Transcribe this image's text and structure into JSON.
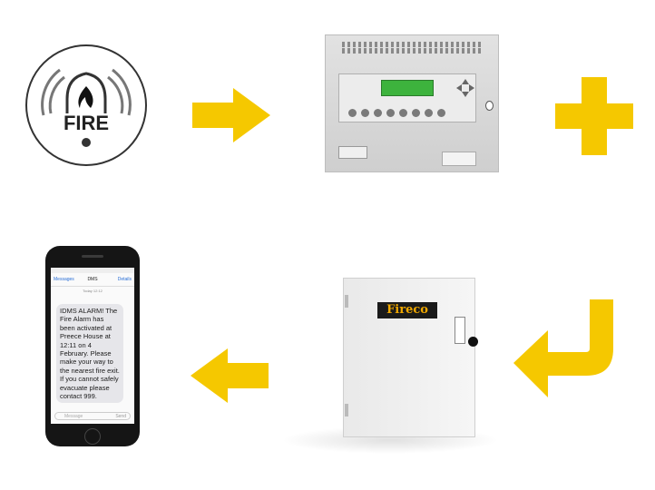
{
  "colors": {
    "arrow": "#F5C800",
    "icon_border": "#333333",
    "phone_body": "#151515"
  },
  "fire_icon": {
    "label": "FIRE",
    "icon": "flame-bell-icon"
  },
  "panel": {
    "icon": "fire-alarm-control-panel"
  },
  "fireco": {
    "brand": "Fireco"
  },
  "phone": {
    "back": "Messages",
    "contact": "DMS",
    "details": "Details",
    "subtitle": "Today 12:12",
    "message": "IDMS ALARM! The Fire Alarm has been activated at Preece House at 12:11 on 4 February. Please make your way to the nearest fire exit. If you cannot safely evacuate please contact 999.",
    "input_placeholder": "Message",
    "send": "Send"
  },
  "arrows": [
    "arrow-right-icon",
    "plus-icon",
    "arrow-curved-left-icon",
    "arrow-left-icon"
  ]
}
